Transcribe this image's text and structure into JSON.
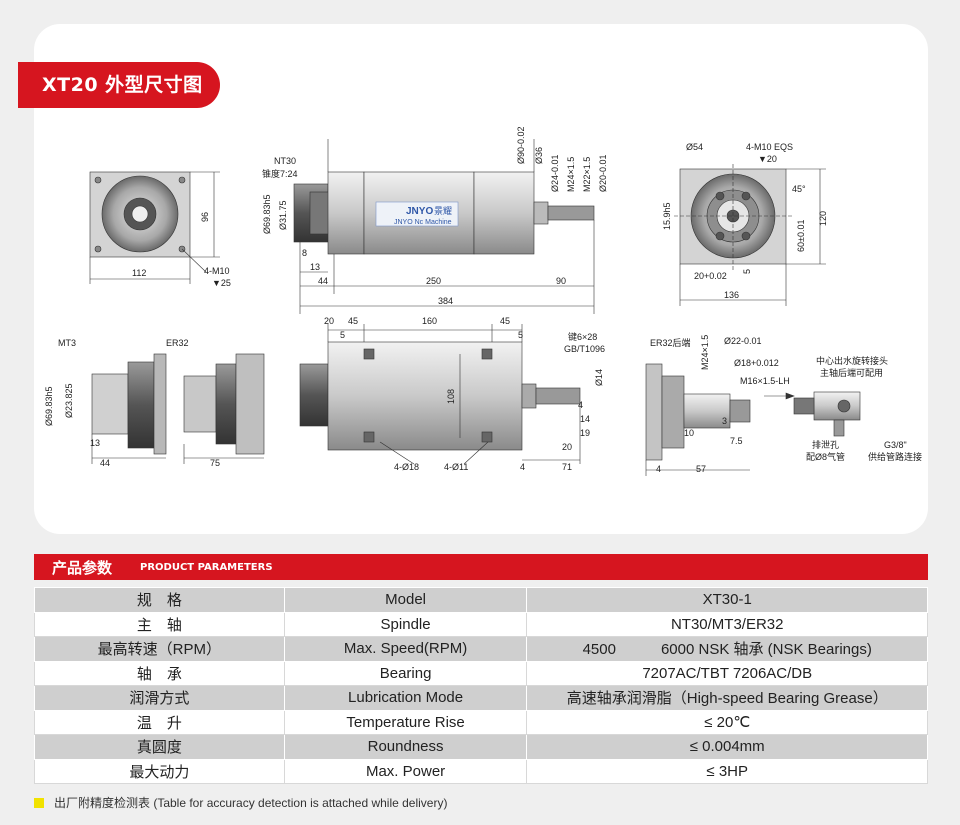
{
  "header": {
    "title": "XT20 外型尺寸图"
  },
  "drawing": {
    "labels": {
      "nt30": "NT30",
      "taper": "锥度7:24",
      "d6983h5": "Ø69.83h5",
      "d3175": "Ø31.75",
      "d90": "Ø90-0.02",
      "d36": "Ø36",
      "d24": "Ø24-0.01",
      "m24x15": "M24×1.5",
      "m22x15": "M22×1.5",
      "d20": "Ø20-0.01",
      "dim8": "8",
      "dim13": "13",
      "dim44": "44",
      "dim250": "250",
      "dim90": "90",
      "dim384": "384",
      "dim96": "96",
      "dim112": "112",
      "m10a": "4-M10",
      "m10b": "▼25",
      "d54": "Ø54",
      "m10eqs": "4-M10 EQS",
      "v20": "▼20",
      "deg45": "45°",
      "d159h5": "15.9h5",
      "dim120": "120",
      "dim60": "60±0.01",
      "dim20": "20+0.02",
      "dim5": "5",
      "dim136": "136",
      "brand": "JNYO",
      "brand_zh": "景耀",
      "brand_sub": "JNYO Nc Machine",
      "mt3": "MT3",
      "er32": "ER32",
      "d6983h5b": "Ø69.83h5",
      "d23825": "Ø23.825",
      "dim13b": "13",
      "dim44b": "44",
      "dim75": "75",
      "dim20b": "20",
      "dim45a": "45",
      "dim160": "160",
      "dim45b": "45",
      "dim5a": "5",
      "dim5b": "5",
      "dim108": "108",
      "key": "键6×28",
      "gb": "GB/T1096",
      "d14": "Ø14",
      "dim4": "4",
      "dim14": "14",
      "dim19": "19",
      "dim20c": "20",
      "dim4b": "4",
      "dim71": "71",
      "d18": "4-Ø18",
      "d11": "4-Ø11",
      "er32rear": "ER32后端",
      "m24x15b": "M24×1.5",
      "d22": "Ø22-0.01",
      "d18b": "Ø18+0.012",
      "m16": "M16×1.5-LH",
      "dim10": "10",
      "dim3": "3",
      "dim75b": "7.5",
      "dim4c": "4",
      "dim57": "57",
      "joint": "中心出水旋转接头",
      "joint2": "主轴后端可配用",
      "exhaust": "排泄孔",
      "exhaust2": "配Ø8气管",
      "g38": "G3/8\"",
      "g38b": "供给管路连接"
    }
  },
  "params": {
    "title_zh": "产品参数",
    "title_en": "PRODUCT PARAMETERS",
    "rows": [
      {
        "zh": "规　格",
        "en": "Model",
        "value": "XT30-1"
      },
      {
        "zh": "主　轴",
        "en": "Spindle",
        "value": "NT30/MT3/ER32"
      },
      {
        "zh": "最高转速（RPM）",
        "en": "Max. Speed(RPM)",
        "value": "4500　　　6000 NSK 轴承 (NSK Bearings)"
      },
      {
        "zh": "轴　承",
        "en": "Bearing",
        "value": "7207AC/TBT  7206AC/DB"
      },
      {
        "zh": "润滑方式",
        "en": "Lubrication Mode",
        "value": "高速轴承润滑脂（High-speed Bearing Grease）"
      },
      {
        "zh": "温　升",
        "en": "Temperature Rise",
        "value": "≤ 20℃"
      },
      {
        "zh": "真圆度",
        "en": "Roundness",
        "value": "≤ 0.004mm"
      },
      {
        "zh": "最大动力",
        "en": "Max. Power",
        "value": "≤ 3HP"
      }
    ]
  },
  "footer": {
    "note": "出厂附精度检测表 (Table for accuracy detection is attached while delivery)"
  },
  "colors": {
    "accent": "#d6151f",
    "note_mark": "#f1e200"
  }
}
